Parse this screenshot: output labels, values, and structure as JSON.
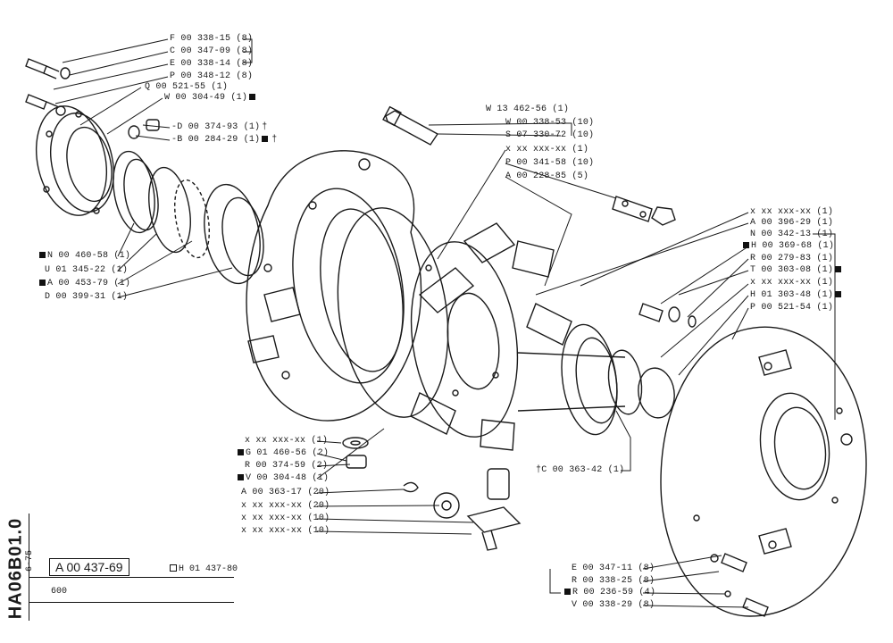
{
  "sheet": {
    "code": "HA06B01.0",
    "date": "6-75",
    "part_number": "A 00 437-69",
    "alt_part": "H 01 437-80",
    "model": "600"
  },
  "labels_left_top": [
    {
      "text": "F 00 338-15 (8)"
    },
    {
      "text": "C 00 347-09 (8)"
    },
    {
      "text": "E 00 338-14 (8)"
    },
    {
      "text": "P 00 348-12 (8)"
    },
    {
      "text": "Q 00 521-55 (1)"
    },
    {
      "text": "W 00 304-49 (1)"
    },
    {
      "text": "D 00 374-93 (1)"
    },
    {
      "text": "B 00 284-29 (1)"
    }
  ],
  "labels_left_mid": [
    {
      "text": "N 00 460-58 (1)"
    },
    {
      "text": "U 01 345-22 (1)"
    },
    {
      "text": "A 00 453-79 (1)"
    },
    {
      "text": "D 00 399-31 (1)"
    }
  ],
  "labels_top_center": [
    {
      "text": "W 13 462-56 (1)"
    },
    {
      "text": "W 00 338-53 (10)"
    },
    {
      "text": "S 07 330-72 (10)"
    },
    {
      "text": "x xx xxx-xx (1)"
    },
    {
      "text": "P 00 341-58 (10)"
    },
    {
      "text": "A 00 228-85 (5)"
    }
  ],
  "labels_right": [
    {
      "text": "x xx xxx-xx (1)"
    },
    {
      "text": "A 00 396-29 (1)"
    },
    {
      "text": "N 00 342-13 (1)"
    },
    {
      "text": "H 00 369-68 (1)"
    },
    {
      "text": "R 00 279-83 (1)"
    },
    {
      "text": "T 00 303-08 (1)"
    },
    {
      "text": "x xx xxx-xx (1)"
    },
    {
      "text": "H 01 303-48 (1)"
    },
    {
      "text": "P 00 521-54 (1)"
    }
  ],
  "labels_bottom_left": [
    {
      "text": "x xx xxx-xx (1)"
    },
    {
      "text": "G 01 460-56 (2)"
    },
    {
      "text": "R 00 374-59 (2)"
    },
    {
      "text": "V 00 304-48 (1)"
    },
    {
      "text": "A 00 363-17 (20)"
    },
    {
      "text": "x xx xxx-xx (20)"
    },
    {
      "text": "x xx xxx-xx (10)"
    },
    {
      "text": "x xx xxx-xx (10)"
    }
  ],
  "label_c": {
    "text": "C 00 363-42 (1)"
  },
  "labels_bottom_right": [
    {
      "text": "E 00 347-11 (8)"
    },
    {
      "text": "R 00 338-25 (8)"
    },
    {
      "text": "R 00 236-59 (4)"
    },
    {
      "text": "V 00 338-29 (8)"
    }
  ]
}
